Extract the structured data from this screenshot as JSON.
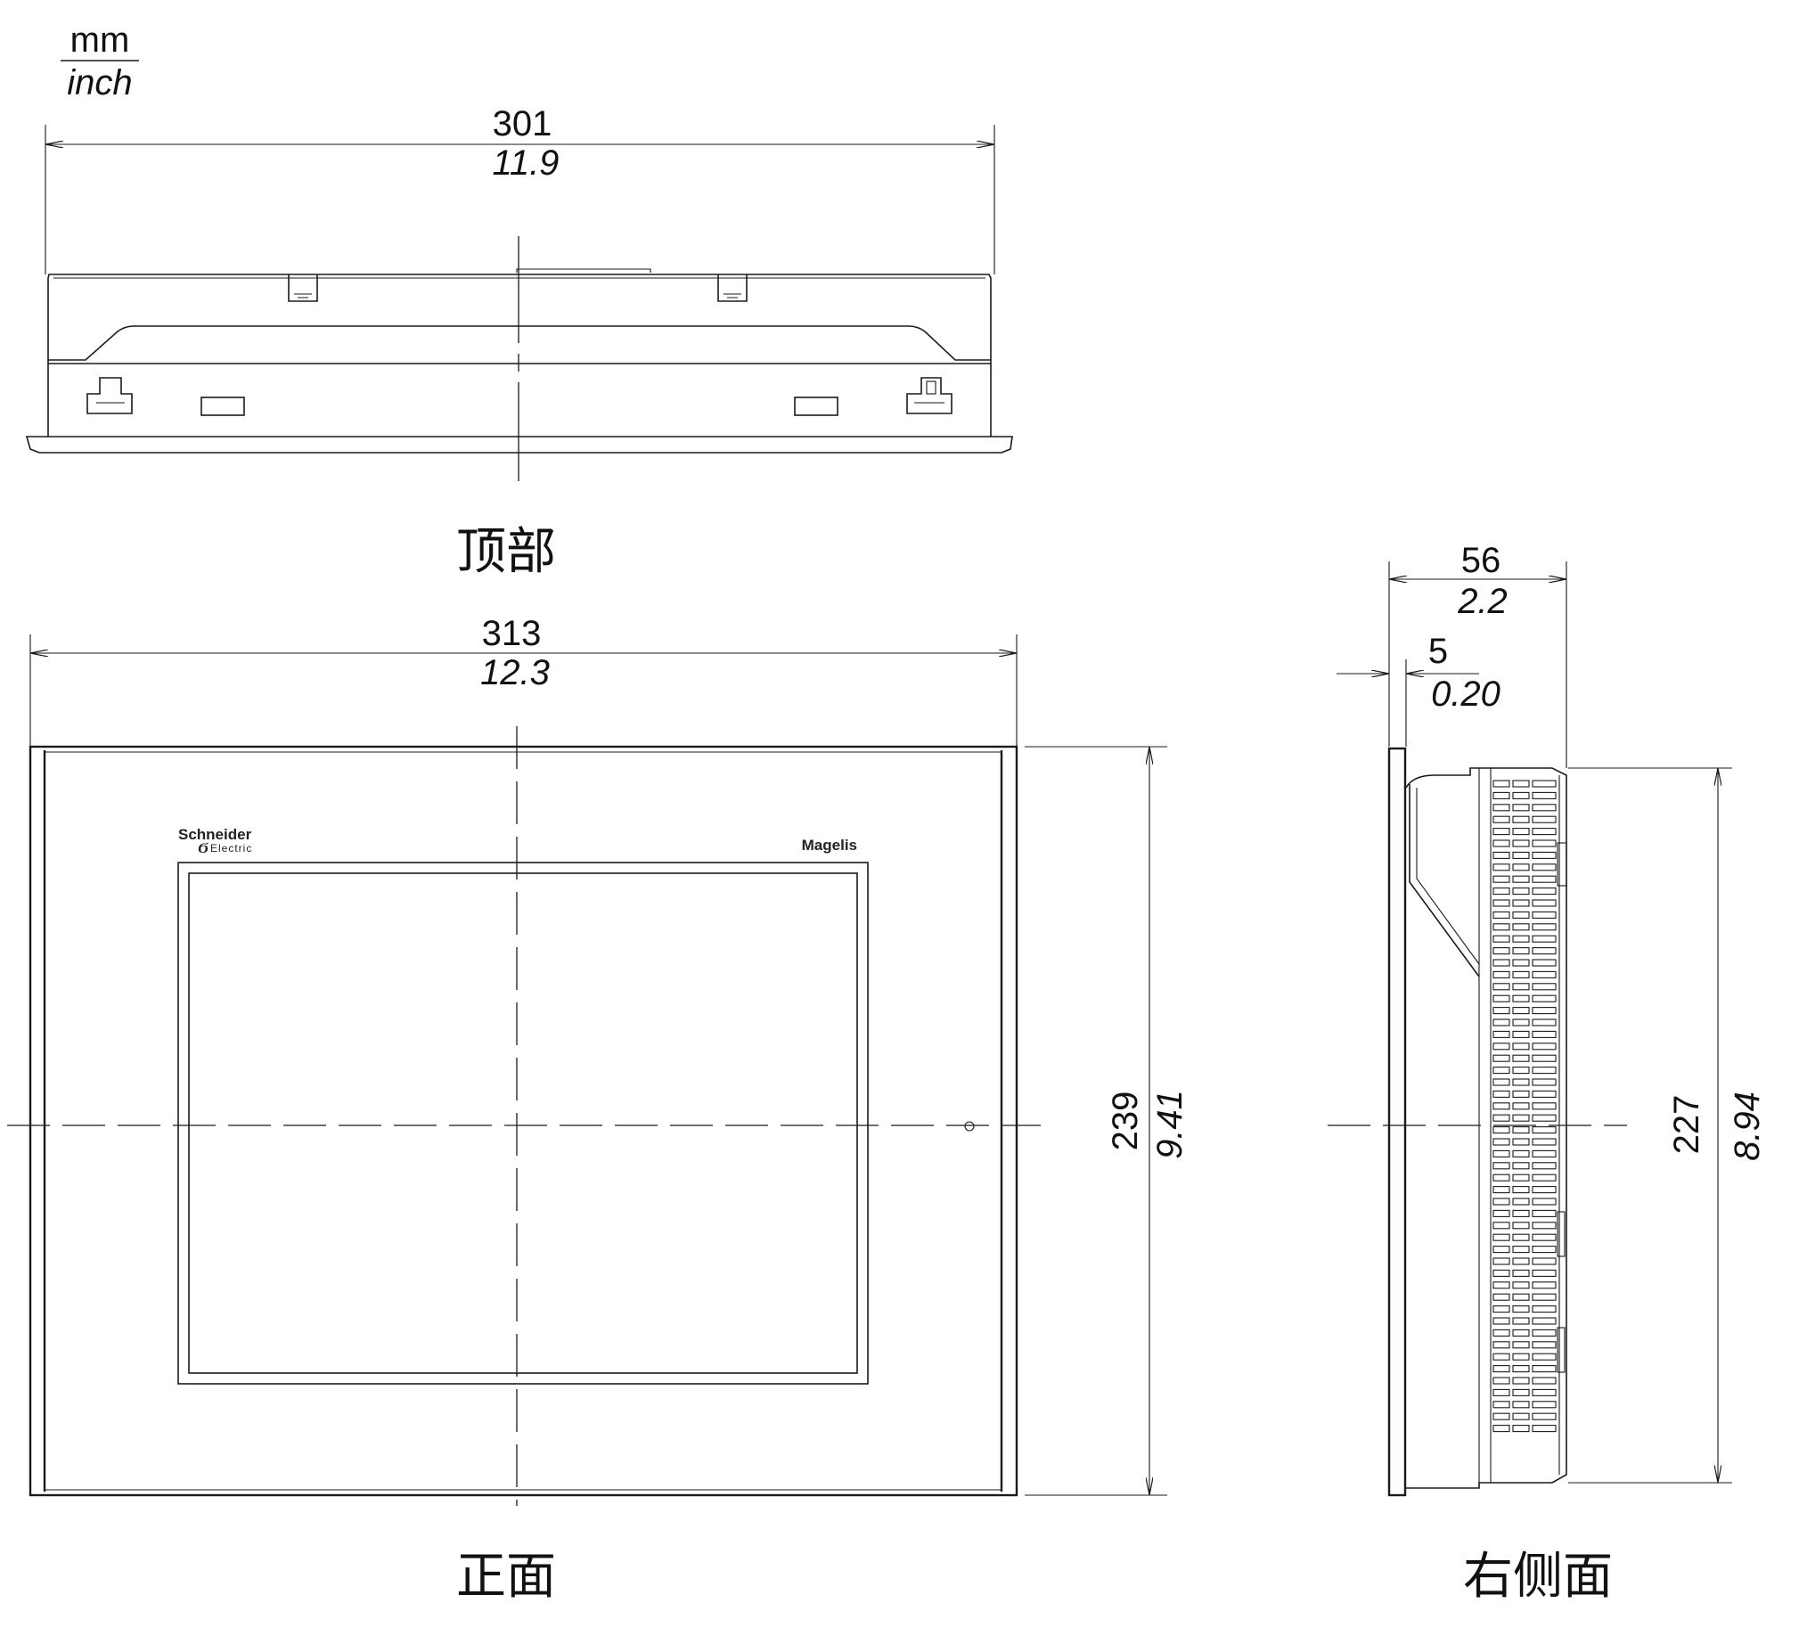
{
  "units": {
    "primary": "mm",
    "secondary": "inch"
  },
  "views": {
    "top": {
      "caption": "顶部",
      "width_mm": "301",
      "width_inch": "11.9"
    },
    "front": {
      "caption": "正面",
      "width_mm": "313",
      "width_inch": "12.3",
      "height_mm": "239",
      "height_inch": "9.41",
      "brand_left_line1": "Schneider",
      "brand_left_line2": "Electric",
      "brand_right": "Magelis"
    },
    "side": {
      "caption": "右侧面",
      "depth_mm": "56",
      "depth_inch": "2.2",
      "bezel_mm": "5",
      "bezel_inch": "0.20",
      "height_mm": "227",
      "height_inch": "8.94"
    }
  }
}
